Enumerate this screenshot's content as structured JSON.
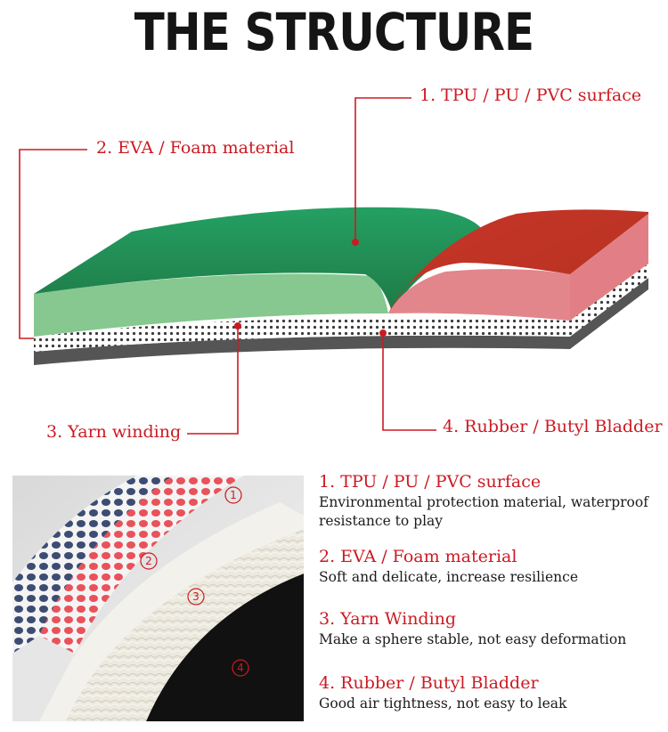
{
  "title": "THE STRUCTURE",
  "colors": {
    "accent_red": "#cc1a22",
    "green_layer": "#2d9a5c",
    "red_layer": "#c53a2b",
    "dark_bladder": "#555555"
  },
  "diagram": {
    "callouts": {
      "c1": "1. TPU / PU / PVC surface",
      "c2": "2. EVA / Foam material",
      "c3": "3. Yarn winding",
      "c4": "4. Rubber / Butyl Bladder"
    }
  },
  "photo": {
    "markers": [
      "①",
      "②",
      "③",
      "④"
    ]
  },
  "layers": [
    {
      "title": "1. TPU / PU / PVC surface",
      "text": "Environmental protection material, waterproof resistance to play"
    },
    {
      "title": "2. EVA / Foam material",
      "text": "Soft and delicate, increase resilience"
    },
    {
      "title": "3. Yarn Winding",
      "text": "Make a sphere stable, not easy deformation"
    },
    {
      "title": "4. Rubber / Butyl Bladder",
      "text": "Good air tightness, not easy to leak"
    }
  ]
}
